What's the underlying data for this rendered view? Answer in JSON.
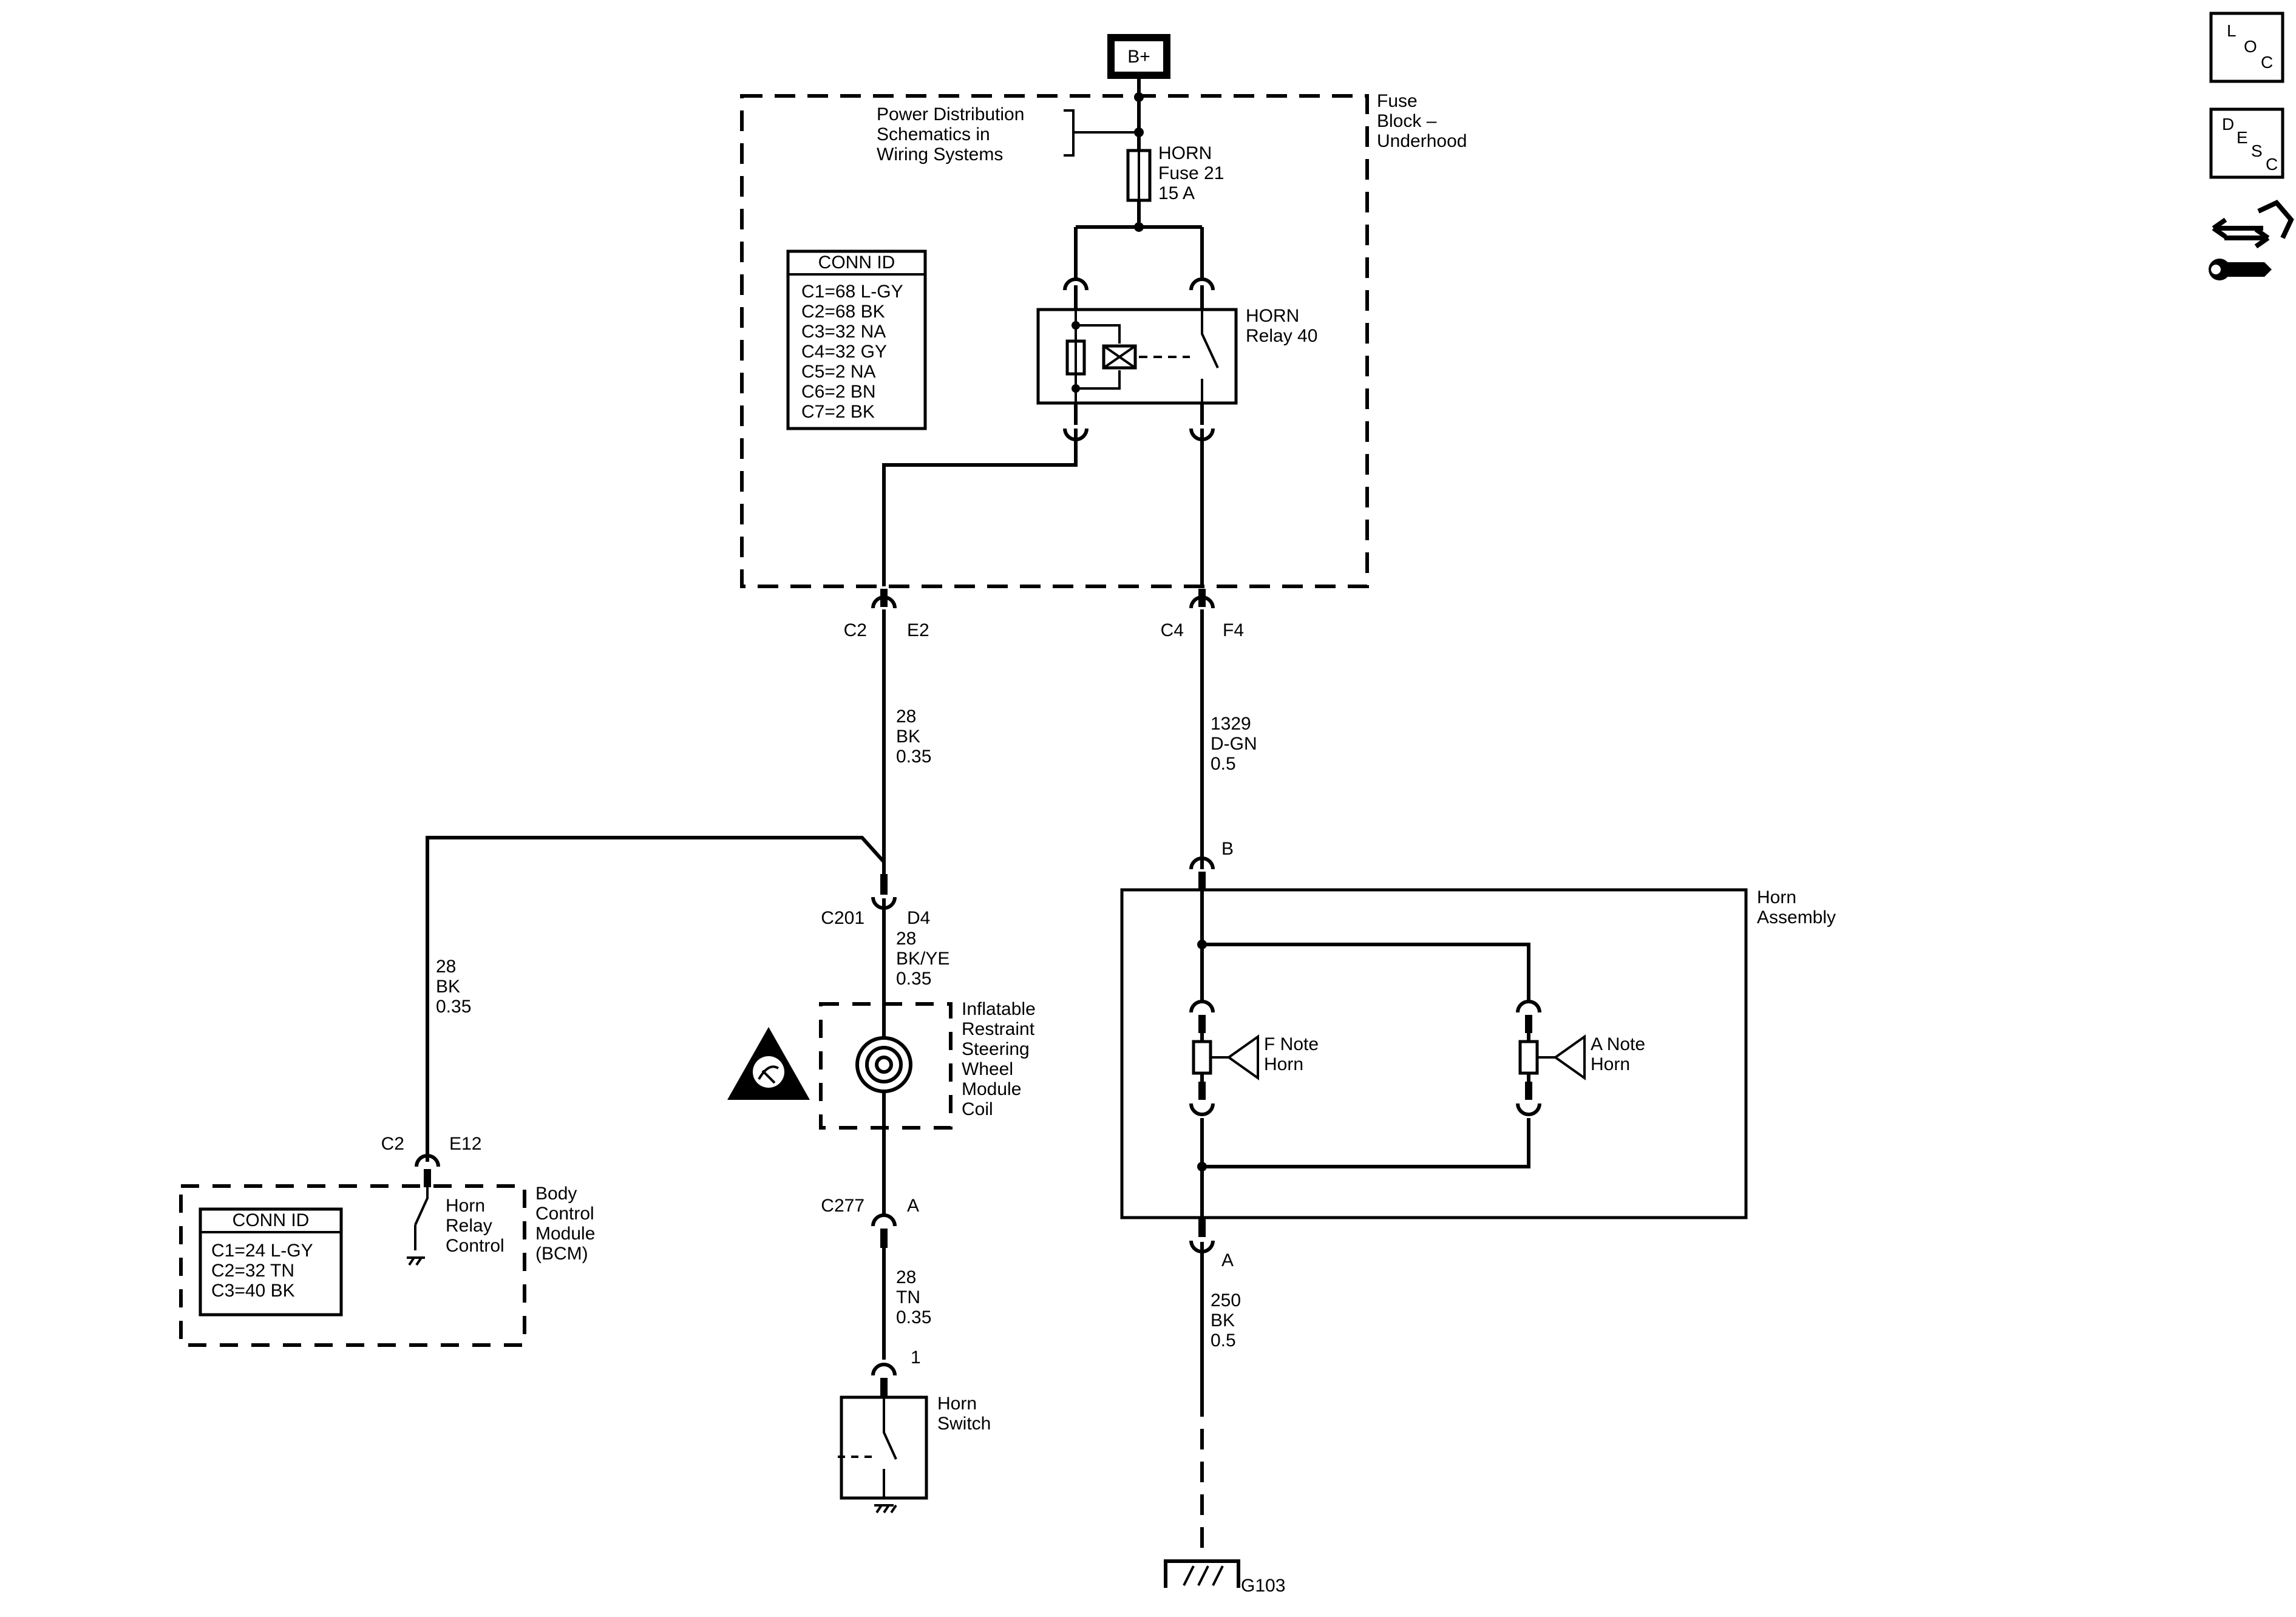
{
  "battery": {
    "label": "B+"
  },
  "fuse_block": {
    "label_lines": [
      "Fuse",
      "Block –",
      "Underhood"
    ],
    "power_note_lines": [
      "Power Distribution",
      "Schematics in",
      "Wiring Systems"
    ],
    "conn_id": {
      "title": "CONN ID",
      "rows": [
        "C1=68 L-GY",
        "C2=68 BK",
        "C3=32 NA",
        "C4=32 GY",
        "C5=2 NA",
        "C6=2 BN",
        "C7=2 BK"
      ]
    }
  },
  "fuse": {
    "label_lines": [
      "HORN",
      "Fuse 21",
      "15 A"
    ]
  },
  "relay": {
    "label_lines": [
      "HORN",
      "Relay 40"
    ]
  },
  "connectors": {
    "c2_e2": {
      "conn": "C2",
      "pin": "E2"
    },
    "c4_f4": {
      "conn": "C4",
      "pin": "F4"
    },
    "c201_d4": {
      "conn": "C201",
      "pin": "D4"
    },
    "c2_e12": {
      "conn": "C2",
      "pin": "E12"
    },
    "c277_a": {
      "conn": "C277",
      "pin": "A"
    },
    "switch_pin": {
      "pin": "1"
    },
    "horn_b": {
      "pin": "B"
    },
    "horn_a": {
      "pin": "A"
    }
  },
  "wires": {
    "w_e2": [
      "28",
      "BK",
      "0.35"
    ],
    "w_f4": [
      "1329",
      "D-GN",
      "0.5"
    ],
    "w_bcm": [
      "28",
      "BK",
      "0.35"
    ],
    "w_d4": [
      "28",
      "BK/YE",
      "0.35"
    ],
    "w_c277": [
      "28",
      "TN",
      "0.35"
    ],
    "w_ground": [
      "250",
      "BK",
      "0.5"
    ]
  },
  "coil": {
    "label_lines": [
      "Inflatable",
      "Restraint",
      "Steering",
      "Wheel",
      "Module",
      "Coil"
    ]
  },
  "bcm": {
    "label_lines": [
      "Body",
      "Control",
      "Module",
      "(BCM)"
    ],
    "control_lines": [
      "Horn",
      "Relay",
      "Control"
    ],
    "conn_id": {
      "title": "CONN ID",
      "rows": [
        "C1=24 L-GY",
        "C2=32 TN",
        "C3=40 BK"
      ]
    }
  },
  "horn_switch": {
    "label_lines": [
      "Horn",
      "Switch"
    ]
  },
  "horn_assembly": {
    "label_lines": [
      "Horn",
      "Assembly"
    ],
    "f_note_lines": [
      "F Note",
      "Horn"
    ],
    "a_note_lines": [
      "A Note",
      "Horn"
    ]
  },
  "ground": {
    "label": "G103"
  },
  "side_icons": {
    "loc": {
      "icon": "location-icon",
      "letters": [
        "L",
        "O",
        "C"
      ]
    },
    "desc": {
      "icon": "description-icon",
      "letters": [
        "D",
        "E",
        "S",
        "C"
      ]
    },
    "repair": {
      "icon": "repair-procedure-icon"
    }
  }
}
